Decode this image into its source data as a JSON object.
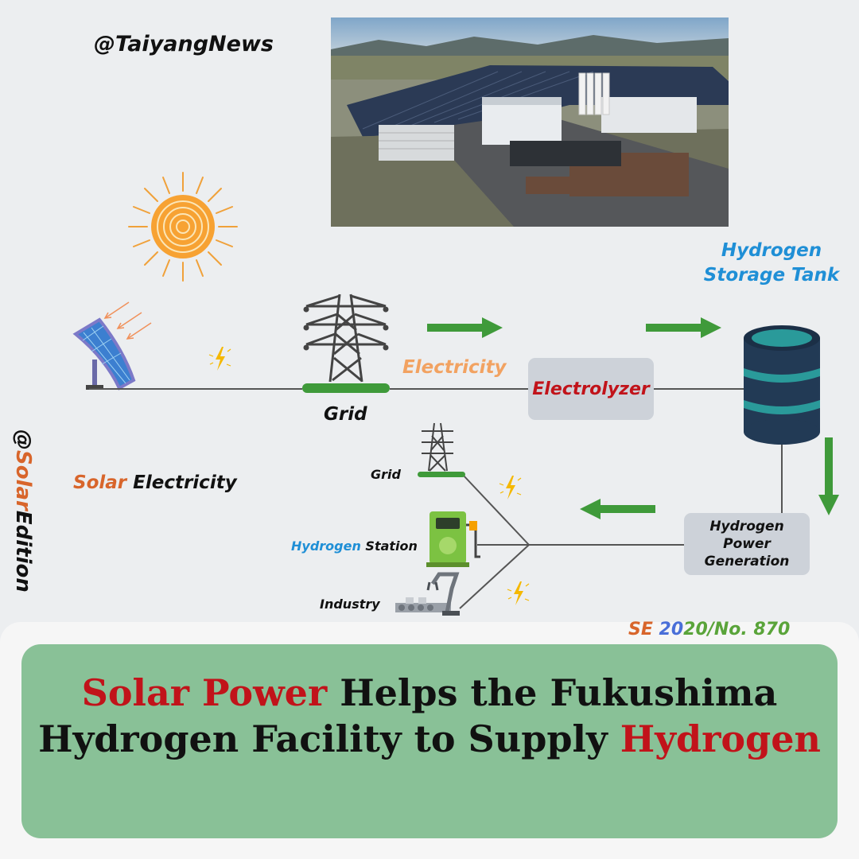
{
  "header": {
    "handle": "@TaiyangNews"
  },
  "side_handle": {
    "part1": "@",
    "part2": "Solar",
    "part3": "Edition"
  },
  "diagram": {
    "storage_tank_label": "Hydrogen Storage Tank",
    "electricity_label": "Electricity",
    "electrolyzer_label": "Electrolyzer",
    "grid_label": "Grid",
    "solar_electricity": {
      "part1": "Solar",
      "part2": " Electricity"
    },
    "power_generation_label": "Hydrogen Power Generation",
    "outputs": {
      "grid": "Grid",
      "station": {
        "part1": "Hydrogen",
        "part2": " Station"
      },
      "industry": "Industry"
    }
  },
  "edition": {
    "se": "SE ",
    "a": "20",
    "b": "20/No. 870"
  },
  "headline": {
    "line1_red": "Solar Power",
    "line1_rest": " Helps the Fukushima",
    "line2_rest": "Hydrogen Facility to Supply ",
    "line2_red": "Hydrogen"
  },
  "colors": {
    "arrow": "#3f9a3a",
    "orange": "#d8652b",
    "blue": "#1f8fd6",
    "red": "#c1131a",
    "tank": "#223a55",
    "tank_stripe": "#2a9a9a",
    "title_box": "#89c197"
  }
}
